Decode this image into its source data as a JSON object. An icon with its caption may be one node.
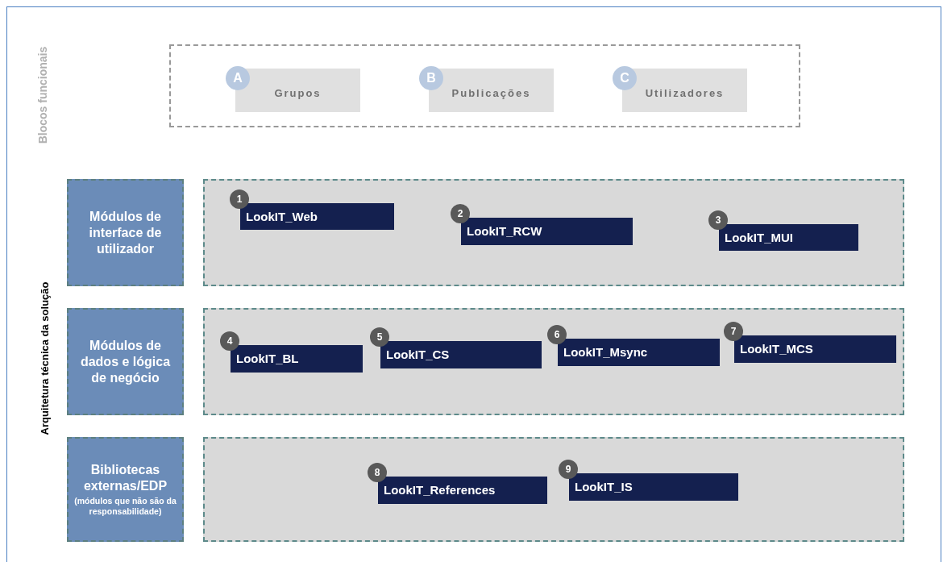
{
  "diagram": {
    "nodes": [
      {
        "text": [],
        "shape": "box"
      },
      {
        "text": [
          "A",
          "Grupos"
        ],
        "in": 0
      },
      {
        "text": [
          "B",
          "Publicações"
        ],
        "in": 0
      },
      {
        "text": [
          "C",
          "Utilizadores"
        ],
        "in": 0
      },
      {
        "text": [
          "Módulos de interface de utilizador"
        ]
      },
      {
        "text": [],
        "shape": "box"
      },
      {
        "text": [
          "1",
          "LookIT_Web"
        ],
        "in": 5
      },
      {
        "text": [
          "2",
          "LookIT_RCW"
        ],
        "in": 5
      },
      {
        "text": [
          "3",
          "LookIT_MUI"
        ],
        "in": 5
      },
      {
        "text": [
          "Módulos de dados e lógica de negócio"
        ]
      },
      {
        "text": [],
        "shape": "box"
      },
      {
        "text": [
          "4",
          "LookIT_BL"
        ],
        "in": 10
      },
      {
        "text": [
          "5",
          "LookIT_CS"
        ],
        "in": 10
      },
      {
        "text": [
          "6",
          "LookIT_Msync"
        ],
        "in": 10
      },
      {
        "text": [
          "7",
          "LookIT_MCS"
        ],
        "in": 10
      },
      {
        "text": [
          "Bibliotecas externas/EDP",
          "(módulos que não são da responsabilidade)"
        ]
      },
      {
        "text": [],
        "shape": "box"
      },
      {
        "text": [
          "8",
          "LookIT_References"
        ],
        "in": 16
      },
      {
        "text": [
          "9",
          "LookIT_IS"
        ],
        "in": 16
      }
    ],
    "edges": [],
    "labels": [
      "Blocos funcionais",
      "Arquitetura técnica da solução"
    ]
  }
}
